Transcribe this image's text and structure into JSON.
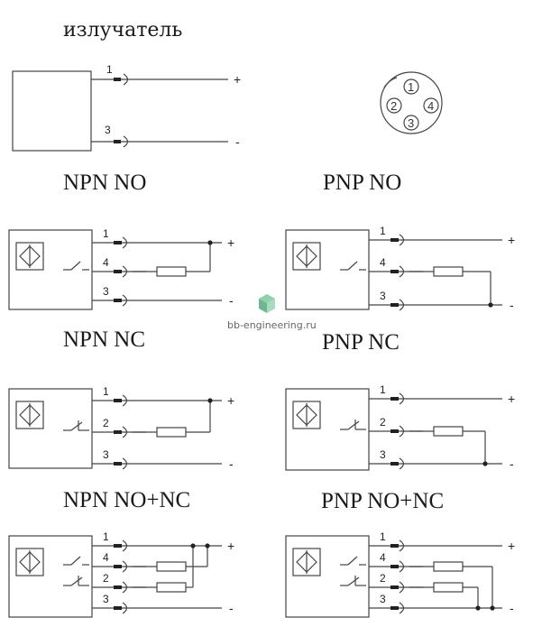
{
  "title": "излучатель",
  "signs": {
    "plus": "+",
    "minus": "-"
  },
  "emitter": {
    "pins": [
      "1",
      "3"
    ]
  },
  "connector": {
    "pins": [
      "1",
      "2",
      "4",
      "3"
    ]
  },
  "headings": {
    "npn_no": "NPN NO",
    "pnp_no": "PNP NO",
    "npn_nc": "NPN NC",
    "pnp_nc": "PNP NC",
    "npn_nonc": "NPN NO+NC",
    "pnp_nonc": "PNP NO+NC"
  },
  "diagrams": {
    "npn_no": {
      "pins": [
        "1",
        "4",
        "3"
      ]
    },
    "pnp_no": {
      "pins": [
        "1",
        "4",
        "3"
      ]
    },
    "npn_nc": {
      "pins": [
        "1",
        "2",
        "3"
      ]
    },
    "pnp_nc": {
      "pins": [
        "1",
        "2",
        "3"
      ]
    },
    "npn_nonc": {
      "pins": [
        "1",
        "4",
        "2",
        "3"
      ]
    },
    "pnp_nonc": {
      "pins": [
        "1",
        "4",
        "2",
        "3"
      ]
    }
  },
  "watermark": "bb-engineering.ru",
  "colors": {
    "ink": "#444444",
    "watermark_logo": "#7cc4a0"
  }
}
